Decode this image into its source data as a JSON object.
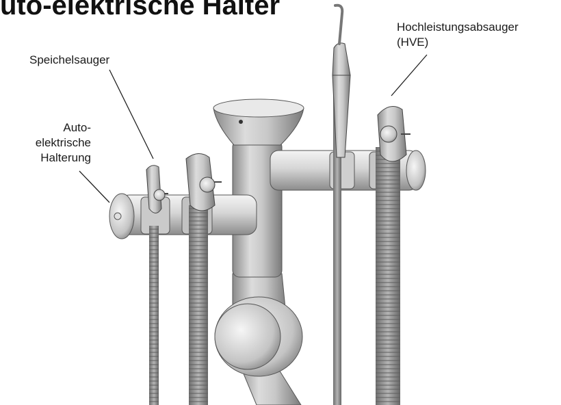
{
  "header": {
    "title": "uto-elektrische Halter"
  },
  "callouts": {
    "speichelsauger": "Speichelsauger",
    "hve_line1": "Hochleistungsabsauger",
    "hve_line2": "(HVE)",
    "halterung_line1": "Auto-",
    "halterung_line2": "elektrische",
    "halterung_line3": "Halterung"
  },
  "colors": {
    "metal_light": "#f2f2f2",
    "metal_mid": "#bdbdbd",
    "metal_dark": "#6f6f6f",
    "hose": "#8a8a8a",
    "text": "#1a1a1a"
  }
}
